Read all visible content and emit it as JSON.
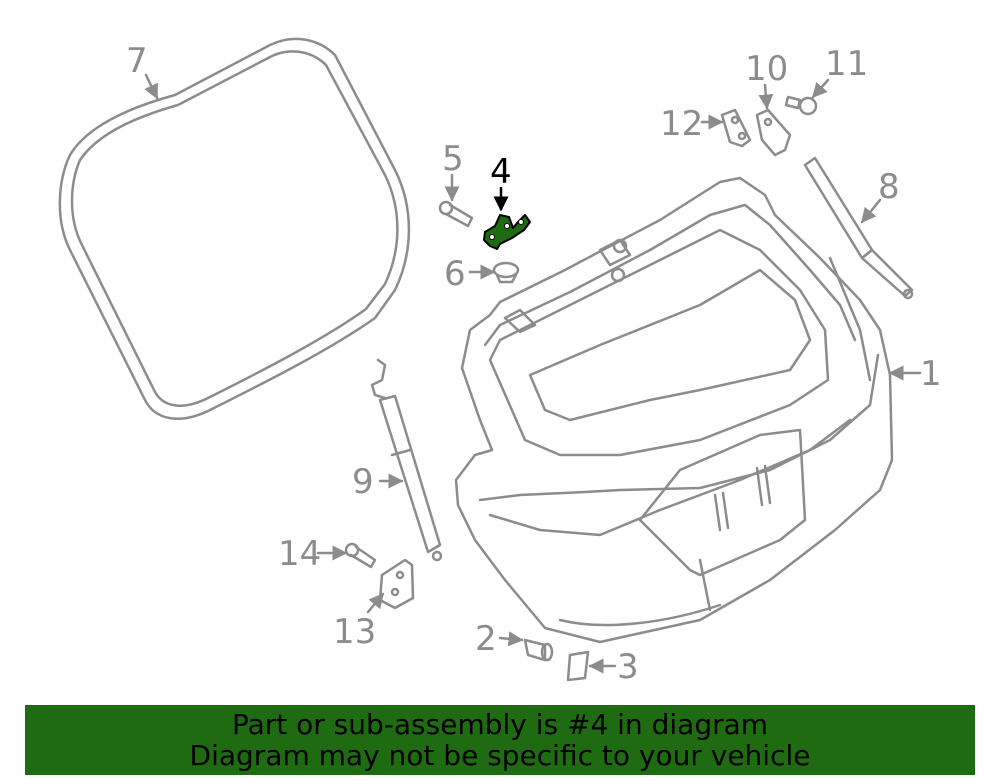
{
  "callouts": {
    "c1": "1",
    "c2": "2",
    "c3": "3",
    "c4": "4",
    "c5": "5",
    "c6": "6",
    "c7": "7",
    "c8": "8",
    "c9": "9",
    "c10": "10",
    "c11": "11",
    "c12": "12",
    "c13": "13",
    "c14": "14"
  },
  "banner": {
    "line1": "Part or sub-assembly is #4 in diagram",
    "line2": "Diagram may not be specific to your vehicle"
  },
  "colors": {
    "line": "#8c8c8c",
    "highlight_part": "#1e6b12",
    "banner_bg": "#1e6b12"
  },
  "icons": {
    "highlighted_part": "hinge-bracket-icon"
  }
}
